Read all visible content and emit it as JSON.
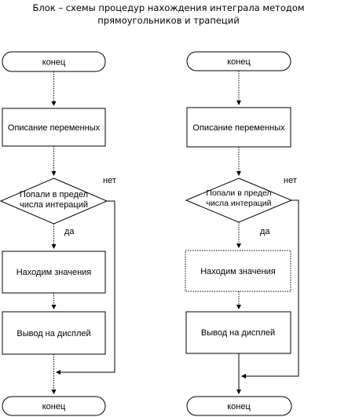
{
  "title": {
    "line1": "Блок – схемы процедур нахождения интеграла методом",
    "line2": "прямоугольников и трапеций"
  },
  "flowcharts": [
    {
      "start_label": "конец",
      "vars_label": "Описание переменных",
      "decision_line1": "Попали в предел",
      "decision_line2": "числа интераций",
      "no_label": "нет",
      "yes_label": "да",
      "compute_label": "Находим значения",
      "output_label": "Вывод на дисплей",
      "end_label": "конец"
    },
    {
      "start_label": "конец",
      "vars_label": "Описание переменных",
      "decision_line1": "Попали в предел",
      "decision_line2": "числа интераций",
      "no_label": "нет",
      "yes_label": "да",
      "compute_label": "Находим значения",
      "output_label": "Вывод на дисплей",
      "end_label": "конец"
    }
  ]
}
